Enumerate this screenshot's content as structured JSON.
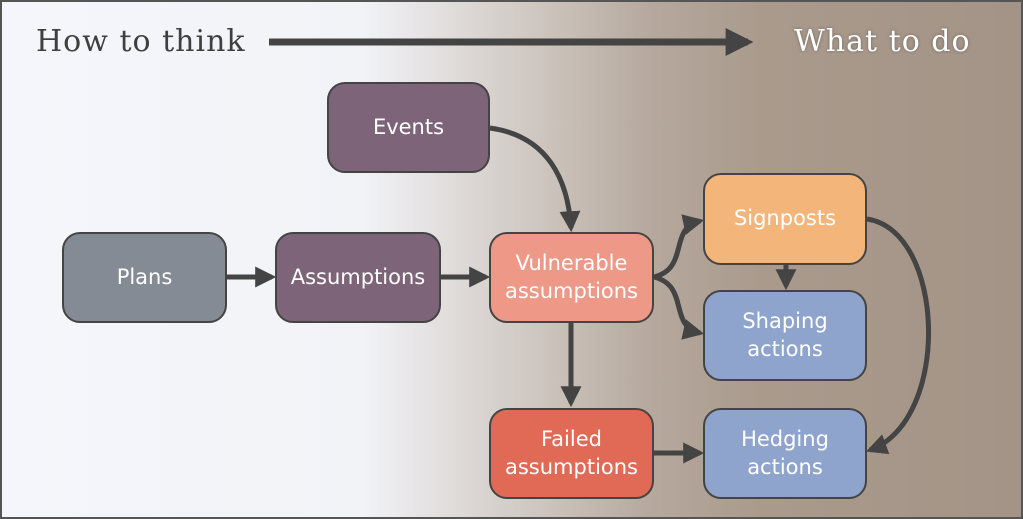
{
  "header": {
    "left_title": "How to think",
    "right_title": "What to do"
  },
  "colors": {
    "event": "#7e6478",
    "plan": "#858b94",
    "assumption": "#7e6478",
    "vulnerable": "#ee9888",
    "failed": "#e16a57",
    "signpost": "#f4b57b",
    "action": "#8ea4cc",
    "arrow": "#444444"
  },
  "nodes": {
    "events": "Events",
    "plans": "Plans",
    "assumptions": "Assumptions",
    "vulnerable": "Vulnerable\nassumptions",
    "failed": "Failed\nassumptions",
    "signposts": "Signposts",
    "shaping": "Shaping\nactions",
    "hedging": "Hedging\nactions"
  }
}
